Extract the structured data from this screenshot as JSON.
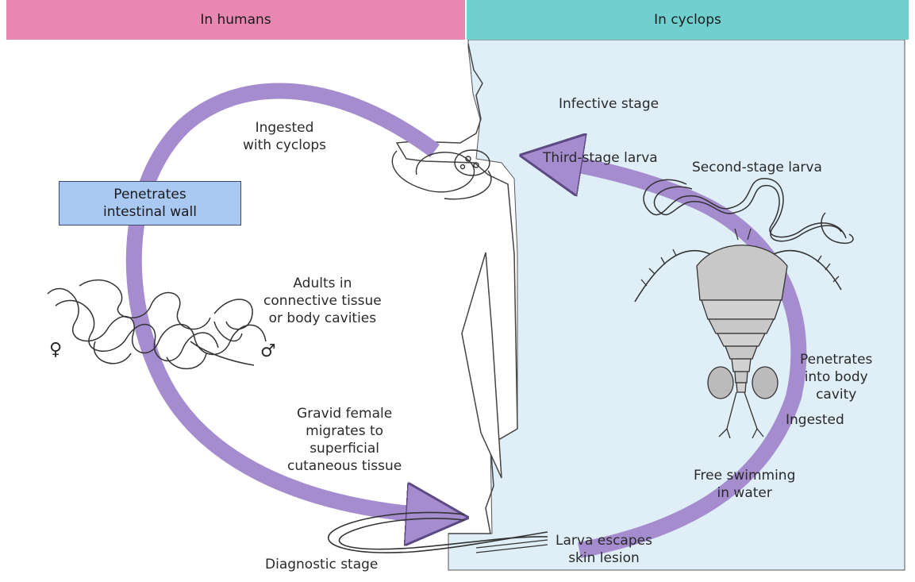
{
  "headers": {
    "left": "In humans",
    "right": "In cyclops"
  },
  "labels": {
    "ingested_with_cyclops": [
      "Ingested",
      "with cyclops"
    ],
    "penetrates_intestinal_wall": [
      "Penetrates",
      "intestinal wall"
    ],
    "adults": [
      "Adults in",
      "connective tissue",
      "or body cavities"
    ],
    "gravid_female": [
      "Gravid female",
      "migrates to",
      "superficial",
      "cutaneous tissue"
    ],
    "diagnostic_stage": "Diagnostic stage",
    "infective_stage": "Infective stage",
    "third_stage_larva": "Third-stage larva",
    "second_stage_larva": "Second-stage larva",
    "penetrates_body_cavity": [
      "Penetrates",
      "into body",
      "cavity"
    ],
    "ingested": "Ingested",
    "free_swimming": [
      "Free swimming",
      "in water"
    ],
    "larva_escapes": [
      "Larva escapes",
      "skin lesion"
    ],
    "female_symbol": "♀",
    "male_symbol": "♂"
  },
  "colors": {
    "left_header": "#e887b1",
    "right_header": "#6fd0cf",
    "right_panel": "#dfeef7",
    "arrow": "#a58ccf",
    "box": "#a9c8f2"
  }
}
